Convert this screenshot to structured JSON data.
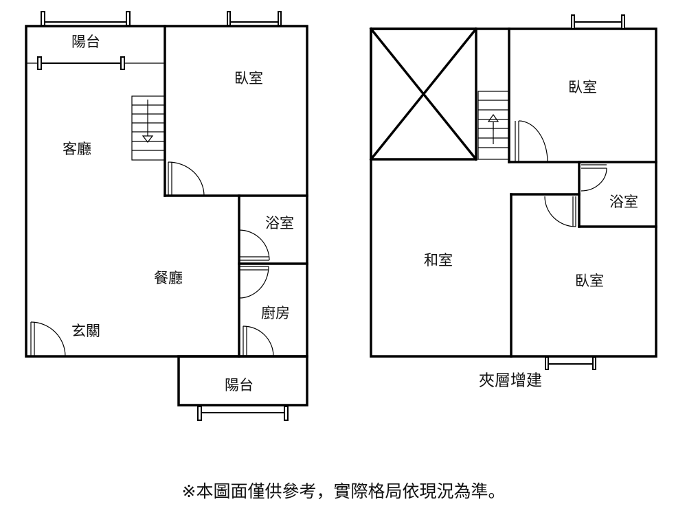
{
  "ground_floor": {
    "rooms": {
      "balcony_top": "陽台",
      "bedroom": "臥室",
      "living_room": "客廳",
      "bathroom": "浴室",
      "dining_room": "餐廳",
      "kitchen": "廚房",
      "entrance": "玄關",
      "balcony_bottom": "陽台"
    }
  },
  "mezzanine": {
    "caption": "夾層增建",
    "rooms": {
      "bedroom_top": "臥室",
      "bathroom": "浴室",
      "tatami_room": "和室",
      "bedroom_bottom": "臥室"
    }
  },
  "disclaimer": "※本圖面僅供參考，實際格局依現況為準。"
}
